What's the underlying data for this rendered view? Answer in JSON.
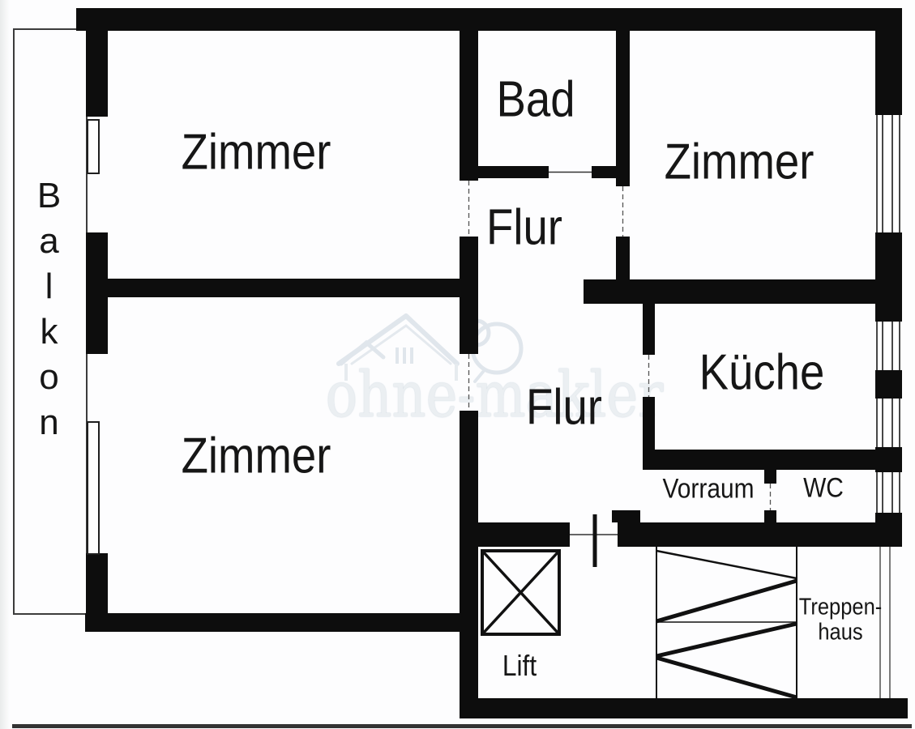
{
  "rooms": {
    "zimmer_top_left": "Zimmer",
    "zimmer_top_right": "Zimmer",
    "zimmer_bottom_left": "Zimmer",
    "bad": "Bad",
    "flur_top": "Flur",
    "flur_main": "Flur",
    "kueche": "Küche",
    "vorraum": "Vorraum",
    "wc": "WC",
    "balkon": "Balkon",
    "lift": "Lift",
    "treppenhaus": "Treppen-\nhaus"
  },
  "watermark": {
    "text": "ohne-makler",
    "logo": "house-and-rings-icon"
  },
  "colors": {
    "wall": "#0d0d0d",
    "label_text": "#161616",
    "watermark": "#e7ecf0",
    "background": "#ffffff"
  }
}
